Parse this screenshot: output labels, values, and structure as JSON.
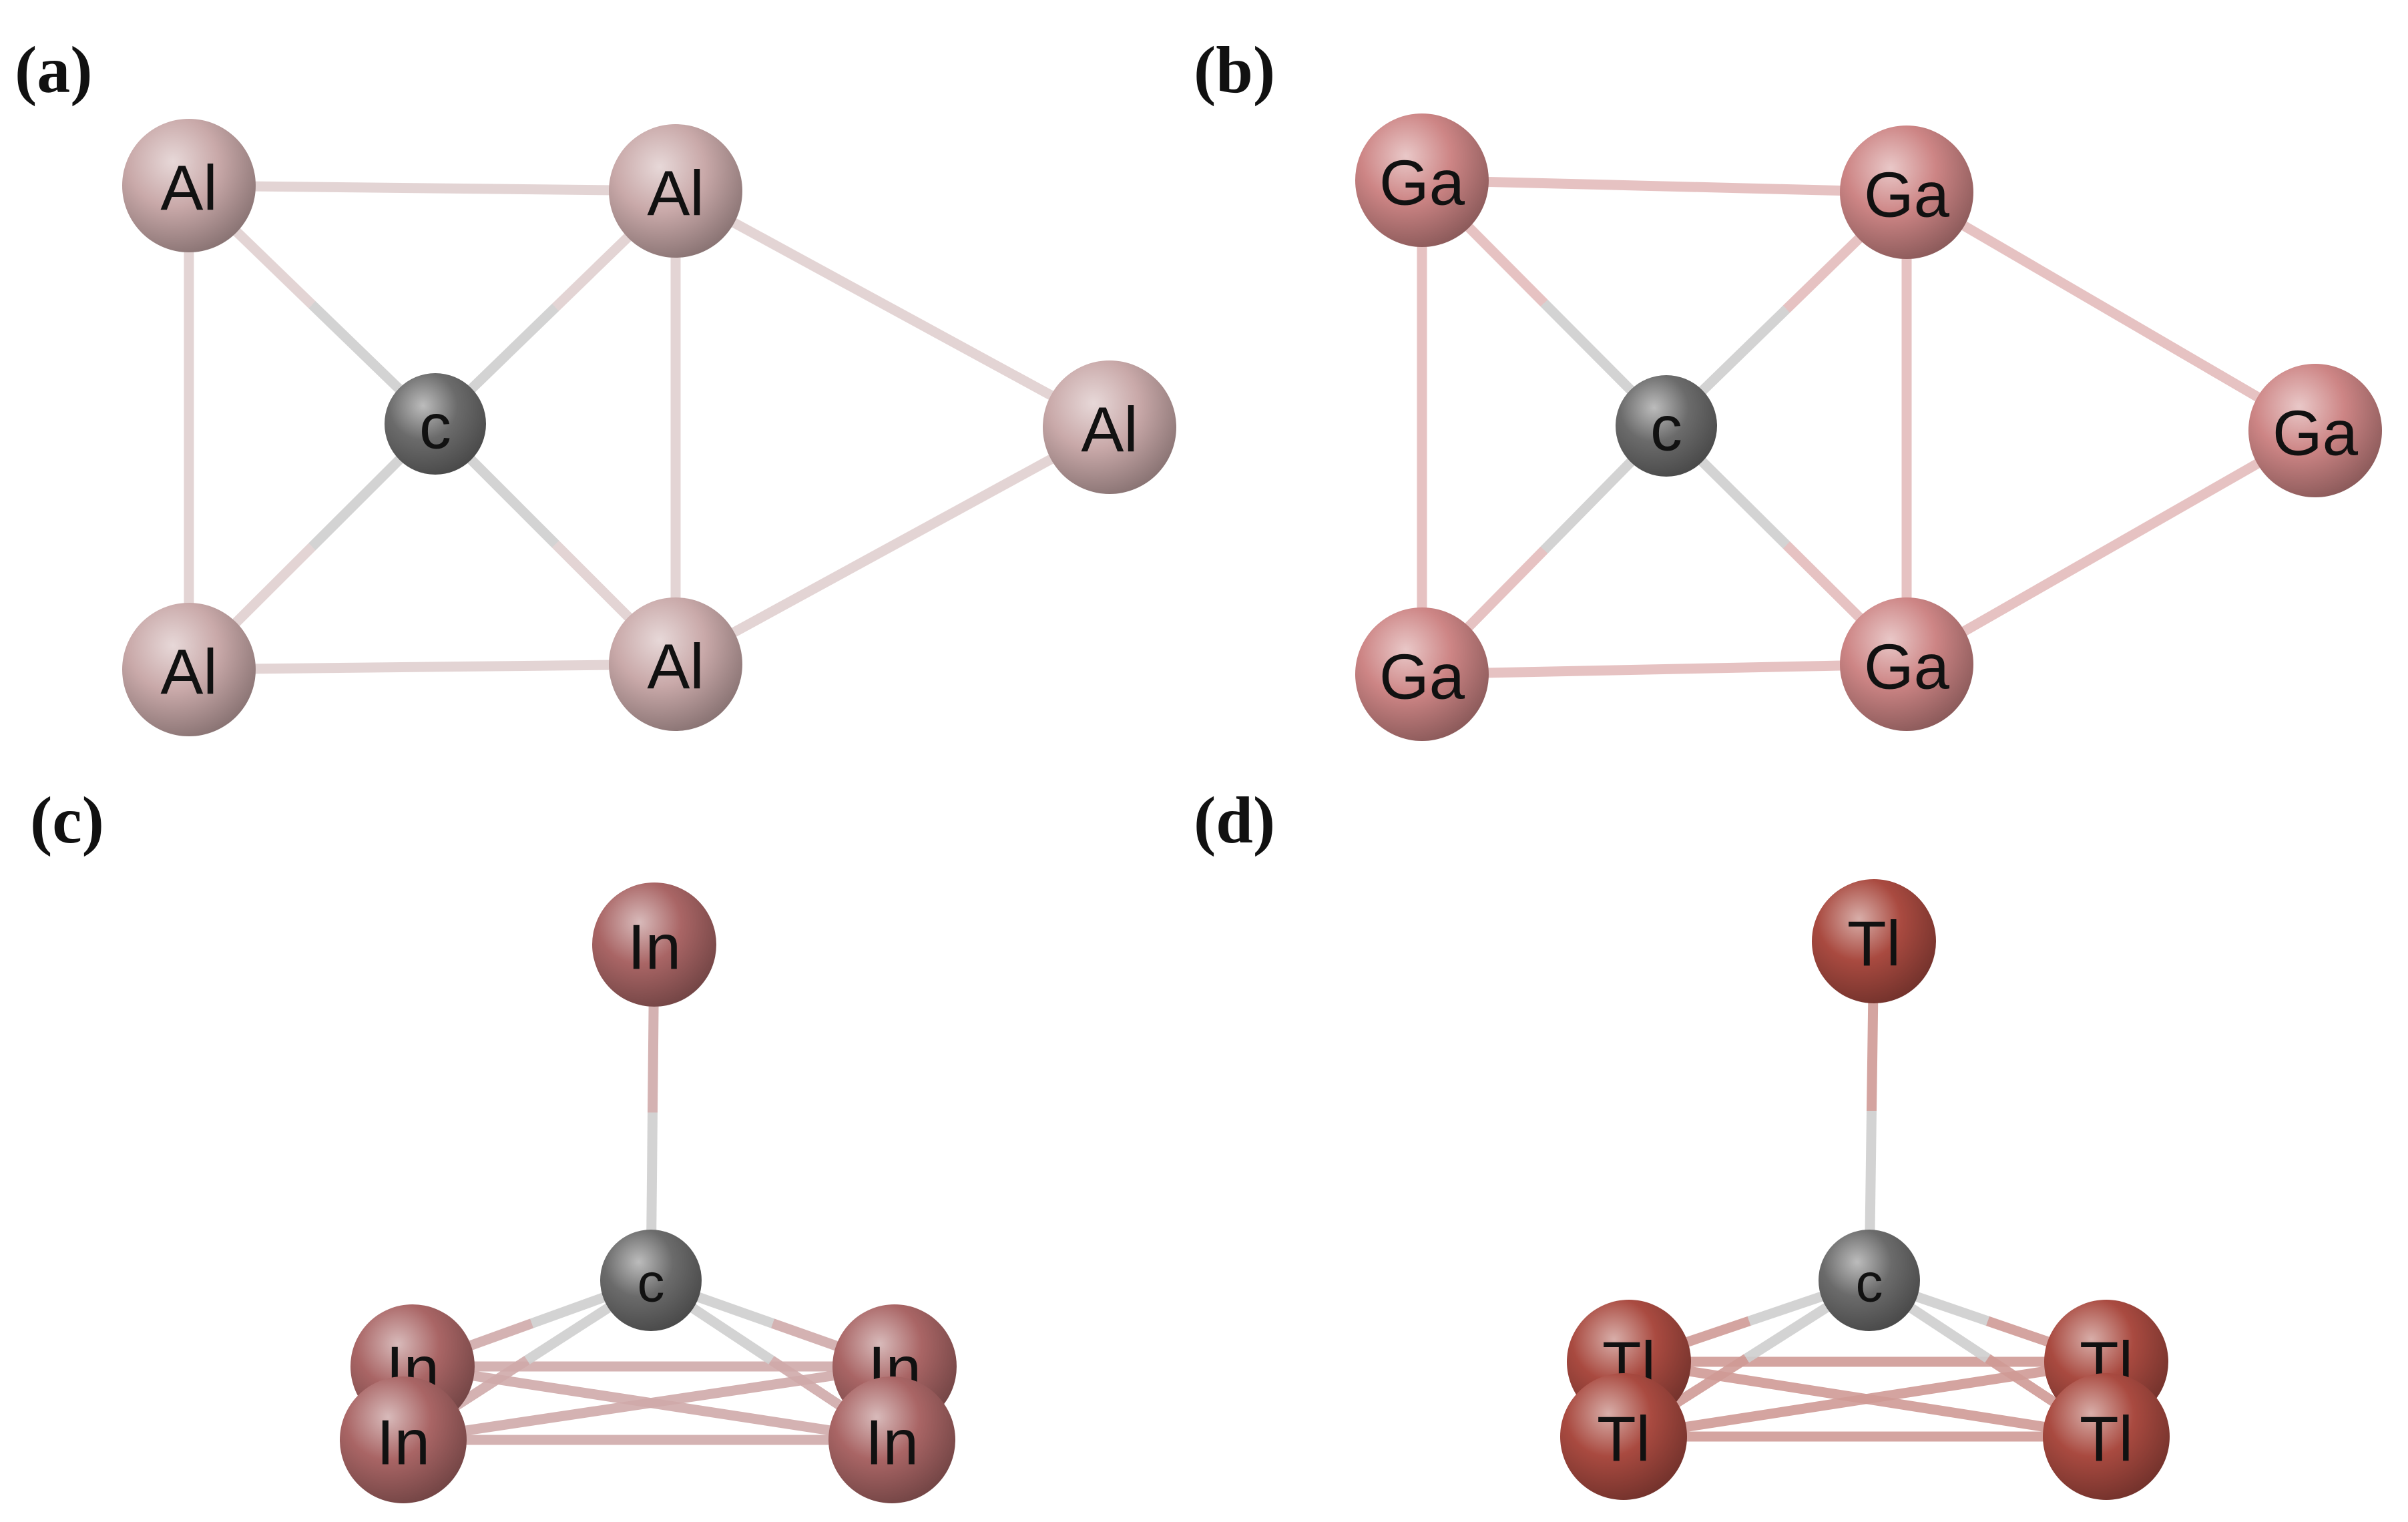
{
  "colors": {
    "C": "#6b6b6b",
    "Al": "#c9a9a9",
    "Ga": "#cd8585",
    "In": "#a96565",
    "Tl": "#a94a40",
    "bond_grey": "#cfcfcf"
  },
  "panels": [
    {
      "id": "a",
      "label": "(a)",
      "atoms": [
        {
          "el": "Al",
          "label": "Al"
        },
        {
          "el": "Al",
          "label": "Al"
        },
        {
          "el": "C",
          "label": "c"
        },
        {
          "el": "Al",
          "label": "Al"
        },
        {
          "el": "Al",
          "label": "Al"
        },
        {
          "el": "Al",
          "label": "Al"
        }
      ]
    },
    {
      "id": "b",
      "label": "(b)",
      "atoms": [
        {
          "el": "Ga",
          "label": "Ga"
        },
        {
          "el": "Ga",
          "label": "Ga"
        },
        {
          "el": "C",
          "label": "c"
        },
        {
          "el": "Ga",
          "label": "Ga"
        },
        {
          "el": "Ga",
          "label": "Ga"
        },
        {
          "el": "Ga",
          "label": "Ga"
        }
      ]
    },
    {
      "id": "c",
      "label": "(c)",
      "atoms": [
        {
          "el": "In",
          "label": "In"
        },
        {
          "el": "C",
          "label": "c"
        },
        {
          "el": "In",
          "label": "In"
        },
        {
          "el": "In",
          "label": "In"
        },
        {
          "el": "In",
          "label": "In"
        },
        {
          "el": "In",
          "label": "In"
        }
      ]
    },
    {
      "id": "d",
      "label": "(d)",
      "atoms": [
        {
          "el": "Tl",
          "label": "Tl"
        },
        {
          "el": "C",
          "label": "c"
        },
        {
          "el": "Tl",
          "label": "Tl"
        },
        {
          "el": "Tl",
          "label": "Tl"
        },
        {
          "el": "Tl",
          "label": "Tl"
        },
        {
          "el": "Tl",
          "label": "Tl"
        }
      ]
    }
  ]
}
